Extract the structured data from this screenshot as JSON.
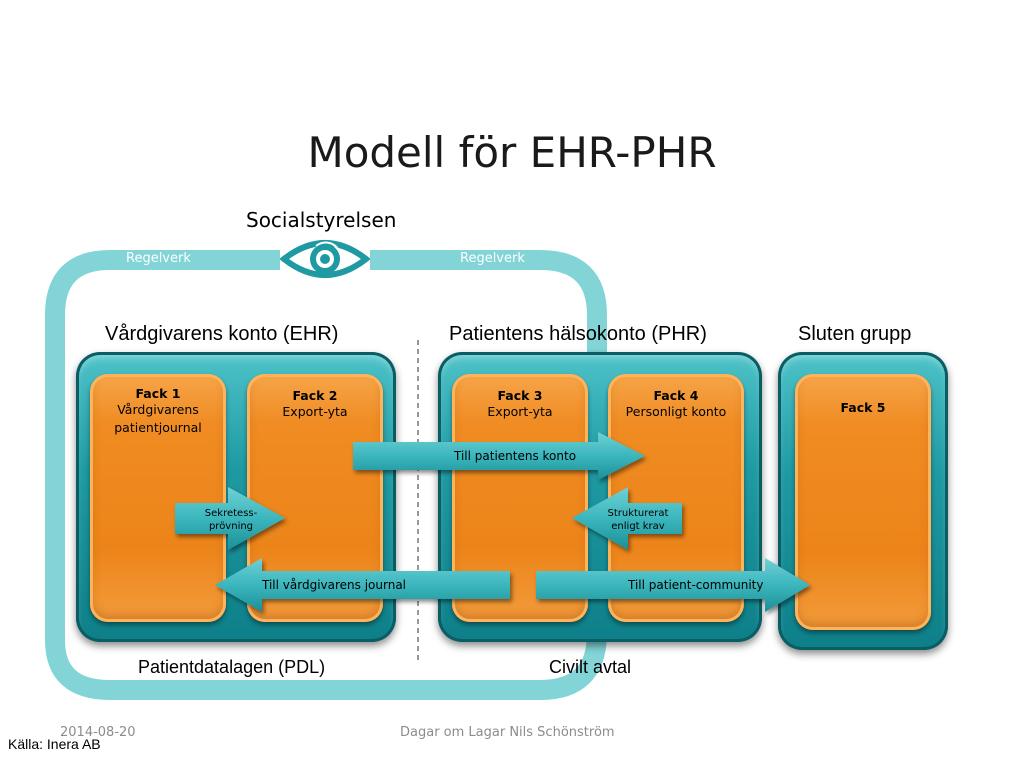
{
  "title": "Modell för EHR-PHR",
  "authority": "Socialstyrelsen",
  "regelverk_left": "Regelverk",
  "regelverk_right": "Regelverk",
  "headers": {
    "ehr": "Vårdgivarens konto (EHR)",
    "phr": "Patientens hälsokonto (PHR)",
    "closed": "Sluten grupp"
  },
  "fack": [
    {
      "title": "Fack 1",
      "lines": [
        "Vårdgivarens",
        "patientjournal"
      ]
    },
    {
      "title": "Fack 2",
      "lines": [
        "Export-yta"
      ]
    },
    {
      "title": "Fack 3",
      "lines": [
        "Export-yta"
      ]
    },
    {
      "title": "Fack 4",
      "lines": [
        "Personligt konto"
      ]
    },
    {
      "title": "Fack 5",
      "lines": []
    }
  ],
  "arrows": {
    "to_patient_account": "Till patientens konto",
    "secrecy_line1": "Sekretess-",
    "secrecy_line2": "prövning",
    "structured_line1": "Strukturerat",
    "structured_line2": "enligt krav",
    "to_caregiver_journal": "Till vårdgivarens journal",
    "to_patient_community": "Till patient-community"
  },
  "bottom_labels": {
    "pdl": "Patientdatalagen (PDL)",
    "civil": "Civilt avtal"
  },
  "footer": {
    "date": "2014-08-20",
    "center": "Dagar om Lagar Nils Schönström",
    "source": "Källa: Inera AB"
  },
  "colors": {
    "teal": "#1f9aa3",
    "light_teal": "#7fd3d6",
    "orange": "#ec8419"
  }
}
